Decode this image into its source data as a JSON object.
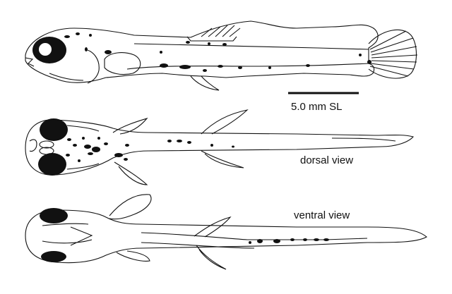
{
  "labels": {
    "scale_bar": "5.0 mm SL",
    "dorsal": "dorsal view",
    "ventral": "ventral view"
  },
  "colors": {
    "line": "#111111",
    "background": "#ffffff"
  }
}
